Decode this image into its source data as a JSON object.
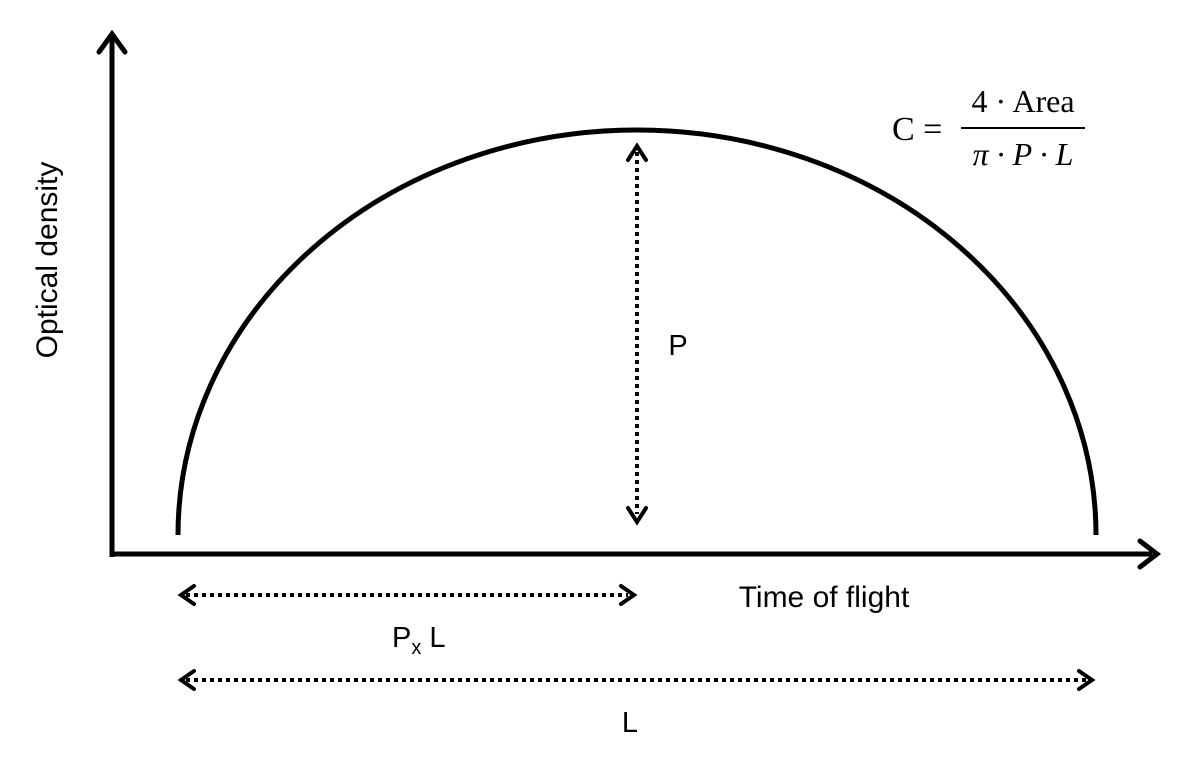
{
  "axes": {
    "y_label": "Optical density",
    "x_label": "Time of flight"
  },
  "peak": {
    "height_label": "P"
  },
  "offset": {
    "label_main": "P",
    "label_sub": "x",
    "label_suffix": " L"
  },
  "width": {
    "label": "L"
  },
  "formula": {
    "lhs": "C =",
    "numerator": "4 · Area",
    "denominator": "π · P · L"
  },
  "colors": {
    "stroke": "#000000"
  }
}
